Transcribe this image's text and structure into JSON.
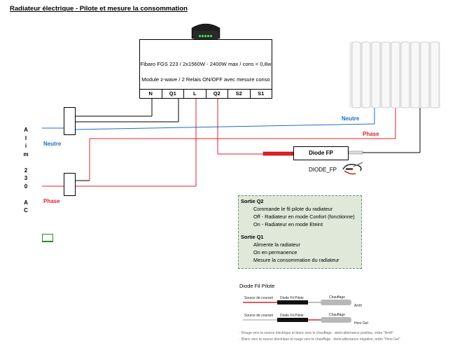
{
  "title": "Radiateur électrique - Pilote et mesure la consommation",
  "module": {
    "line1": "Fibaro FGS 223 / 2x1560W - 2400W max / cons < 0,8w",
    "line2": "Module z-wave / 2 Relais ON/OFF avec mesure conso",
    "terminals": [
      "N",
      "Q1",
      "L",
      "Q2",
      "S2",
      "S1"
    ]
  },
  "wires": {
    "neutre_right": "Neutre",
    "phase_right": "Phase",
    "neutre_left": "Neutre",
    "phase_left": "Phase"
  },
  "alim_letters": [
    "A",
    "l",
    "i",
    "m",
    "",
    "2",
    "3",
    "0",
    "",
    "A",
    "C"
  ],
  "diode": {
    "label": "Diode FP",
    "caption": "DIODE_FP"
  },
  "info": {
    "q2_title": "Sortie Q2",
    "q2_items": [
      "Commande le fil pilote du radiateur",
      "Off - Radiateur en mode Confort (fonctionne)",
      "On - Radiateur en mode Eteint"
    ],
    "q1_title": "Sortie Q1",
    "q1_items": [
      "Alimente la radiateur",
      "On en permanence",
      "Mesure la consommation du radiateur"
    ]
  },
  "fil_pilote": {
    "title": "Diode Fil Pilote",
    "row1": {
      "source": "Source de courant",
      "diode": "Diode Fil Pilote",
      "chauffage": "Chauffage",
      "mode": "Arrêt"
    },
    "row2": {
      "source": "Source de courant",
      "diode": "Diode Fil Pilote",
      "chauffage": "Chauffage",
      "mode": "Hors Gel"
    },
    "notes": [
      "- Rouge vers la source électrique et blanc vers le chauffage : demi-alternance positive, ordre \"Arrêt\"",
      "- Blanc vers la source électrique et rouge vers le chauffage : demi-alternance négative, ordre \"Hors Gel\""
    ]
  },
  "colors": {
    "neutral": "#1a6fbf",
    "phase": "#e0202a",
    "wire": "#000000",
    "info_bg": "#dfe8d9"
  }
}
